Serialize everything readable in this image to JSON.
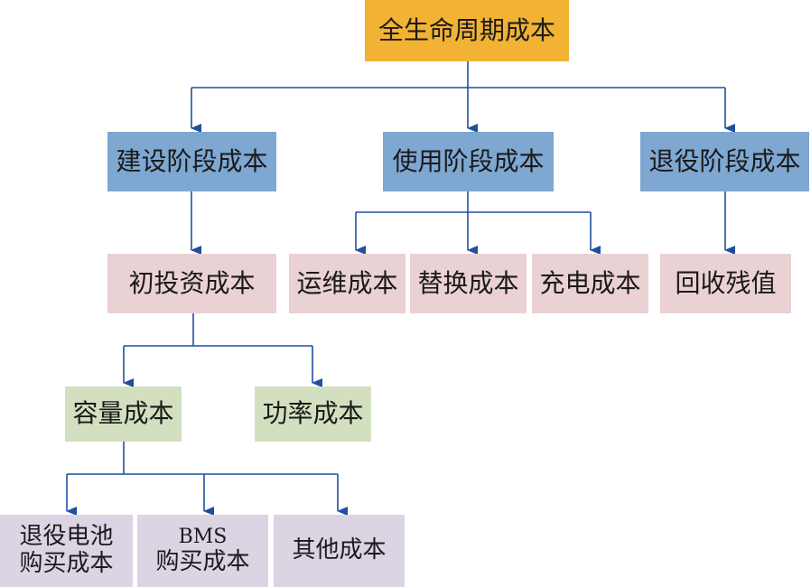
{
  "nodes": {
    "root": "全生命周期成本",
    "build": "建设阶段成本",
    "use": "使用阶段成本",
    "retire": "退役阶段成本",
    "initial": "初投资成本",
    "om": "运维成本",
    "replace": "替换成本",
    "charge": "充电成本",
    "residual": "回收残值",
    "capacity": "容量成本",
    "power": "功率成本",
    "battery_line1": "退役电池",
    "battery_line2": "购买成本",
    "bms_line1": "BMS",
    "bms_line2": "购买成本",
    "other": "其他成本"
  },
  "colors": {
    "level0": "#f2b233",
    "level1": "#7ea7d2",
    "level2": "#ead1d3",
    "level3": "#d2e0c0",
    "level4": "#dcd3e3",
    "connector": "#1f4fa0"
  }
}
